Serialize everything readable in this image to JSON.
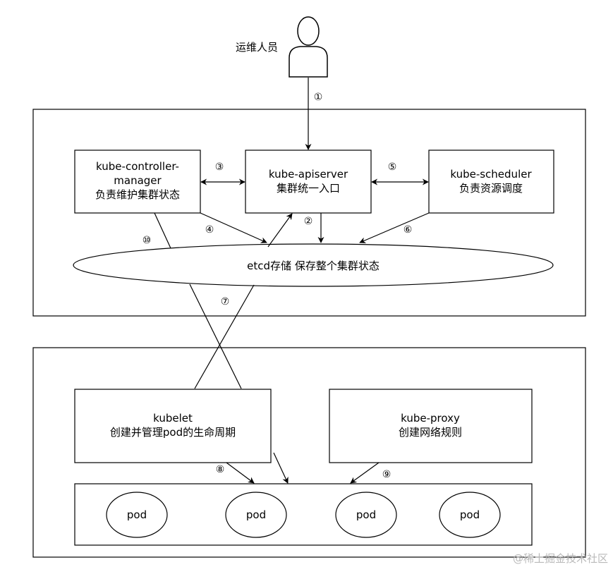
{
  "operator": {
    "label": "运维人员"
  },
  "controller": {
    "line1": "kube-controller-",
    "line2": "manager",
    "line3": "负责维护集群状态"
  },
  "apiserver": {
    "line1": "kube-apiserver",
    "line2": "集群统一入口"
  },
  "scheduler": {
    "line1": "kube-scheduler",
    "line2": "负责资源调度"
  },
  "etcd": {
    "label": "etcd存储 保存整个集群状态"
  },
  "kubelet": {
    "line1": "kubelet",
    "line2": "创建并管理pod的生命周期"
  },
  "proxy": {
    "line1": "kube-proxy",
    "line2": "创建网络规则"
  },
  "pods": [
    "pod",
    "pod",
    "pod",
    "pod"
  ],
  "steps": {
    "s1": "①",
    "s2": "②",
    "s3": "③",
    "s4": "④",
    "s5": "⑤",
    "s6": "⑥",
    "s7": "⑦",
    "s8": "⑧",
    "s9": "⑨",
    "s10": "⑩"
  },
  "watermark": "@稀土掘金技术社区"
}
